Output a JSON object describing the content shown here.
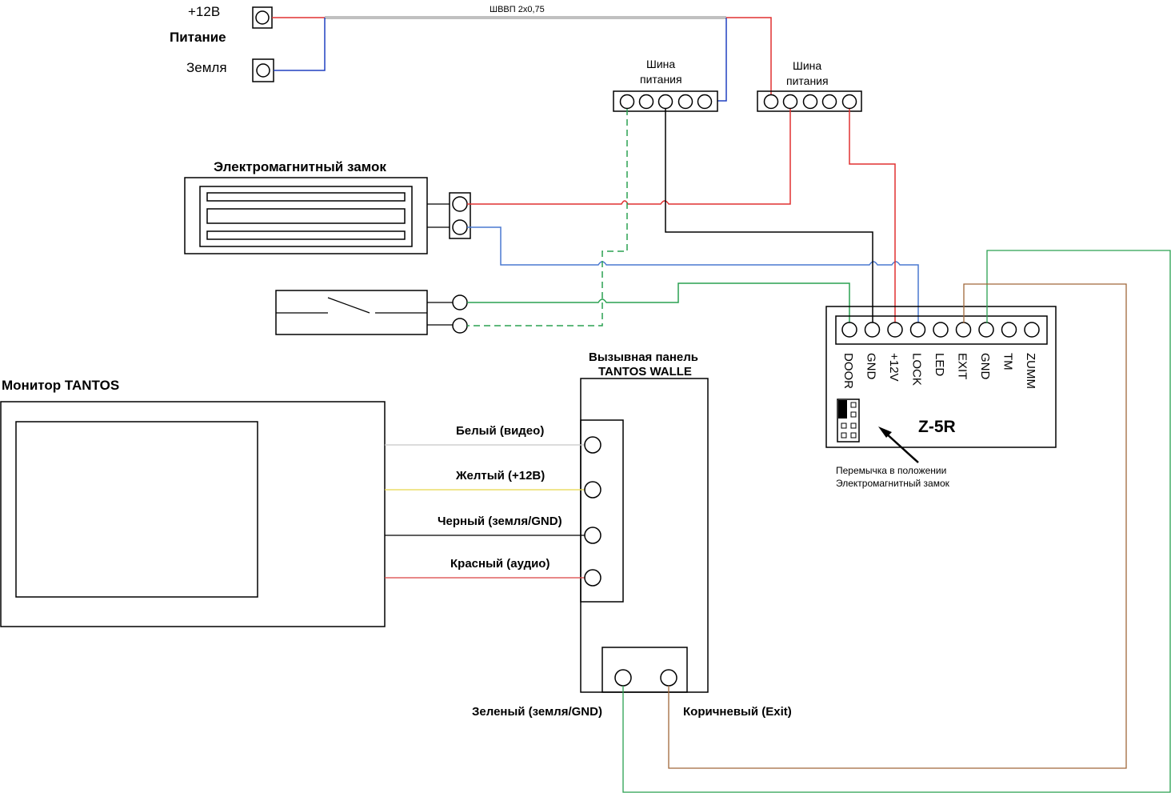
{
  "power": {
    "plus_label": "+12В",
    "title": "Питание",
    "ground_label": "Земля",
    "cable_label": "ШВВП 2х0,75"
  },
  "bus1": {
    "line1": "Шина",
    "line2": "питания"
  },
  "bus2": {
    "line1": "Шина",
    "line2": "питания"
  },
  "lock": {
    "title": "Электромагнитный замок"
  },
  "monitor": {
    "title": "Монитор TANTOS"
  },
  "panel": {
    "title_line1": "Вызывная панель",
    "title_line2": "TANTOS WALLE",
    "wires": [
      {
        "label": "Белый (видео)",
        "color": "#c8c8c8"
      },
      {
        "label": "Желтый (+12В)",
        "color": "#e8d84a"
      },
      {
        "label": "Черный (земля/GND)",
        "color": "#000000"
      },
      {
        "label": "Красный (аудио)",
        "color": "#d94040"
      }
    ],
    "green_label": "Зеленый (земля/GND)",
    "brown_label": "Коричневый (Exit)"
  },
  "controller": {
    "name": "Z-5R",
    "pins": [
      "DOOR",
      "GND",
      "+12V",
      "LOCK",
      "LED",
      "EXIT",
      "GND",
      "TM",
      "ZUMM"
    ],
    "jumper_note_line1": "Перемычка в положении",
    "jumper_note_line2": "Электромагнитный замок"
  },
  "colors": {
    "red": "#e03030",
    "blue": "#2040c0",
    "light_blue": "#4a78d0",
    "green": "#2aa050",
    "brown": "#a0683a",
    "gray_cable": "#c0c0c0"
  }
}
